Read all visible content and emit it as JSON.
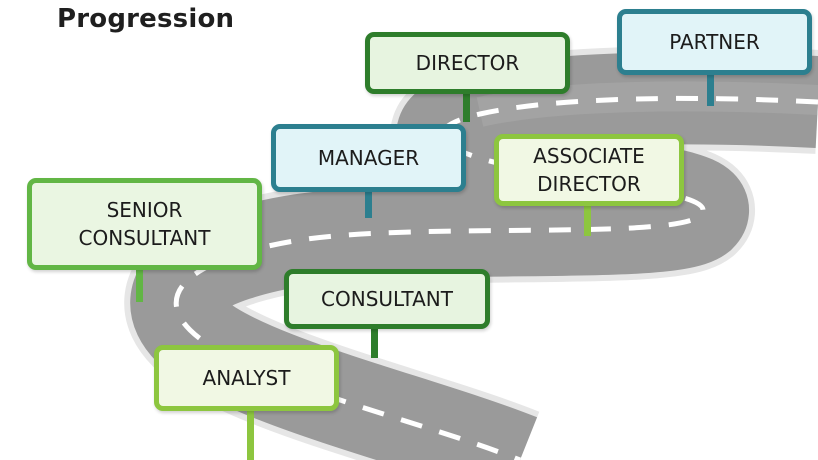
{
  "title": "Progression",
  "signs": {
    "partner": "PARTNER",
    "director": "DIRECTOR",
    "manager": "MANAGER",
    "associate_director_line1": "ASSOCIATE",
    "associate_director_line2": "DIRECTOR",
    "senior_consultant_line1": "SENIOR",
    "senior_consultant_line2": "CONSULTANT",
    "consultant": "CONSULTANT",
    "analyst": "ANALYST"
  },
  "colors": {
    "road": "#9a9a9a",
    "road_edge": "#e6e6e6",
    "lane_marking": "#ffffff",
    "blue_sign_border": "#2c7f8f",
    "dark_green_sign_border": "#2e7d2b",
    "lime_sign_border": "#8dc63f",
    "light_green_sign_border": "#62b645"
  }
}
